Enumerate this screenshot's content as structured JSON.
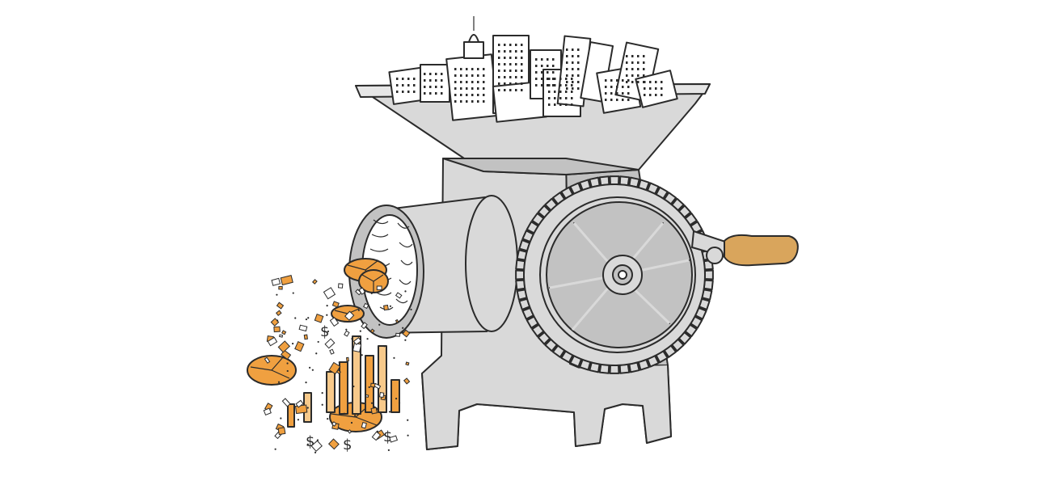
{
  "illustration": {
    "subject": "meat-grinder",
    "input": "city-buildings",
    "output": [
      "pie-charts",
      "bar-charts",
      "dollar-signs"
    ],
    "colors": {
      "metal": "#d9d9d9",
      "metal_dark": "#c2c2c2",
      "accent": "#f0a040",
      "accent_light": "#f7c98a",
      "handle": "#d9a55c",
      "ink": "#2b2b2b"
    }
  }
}
